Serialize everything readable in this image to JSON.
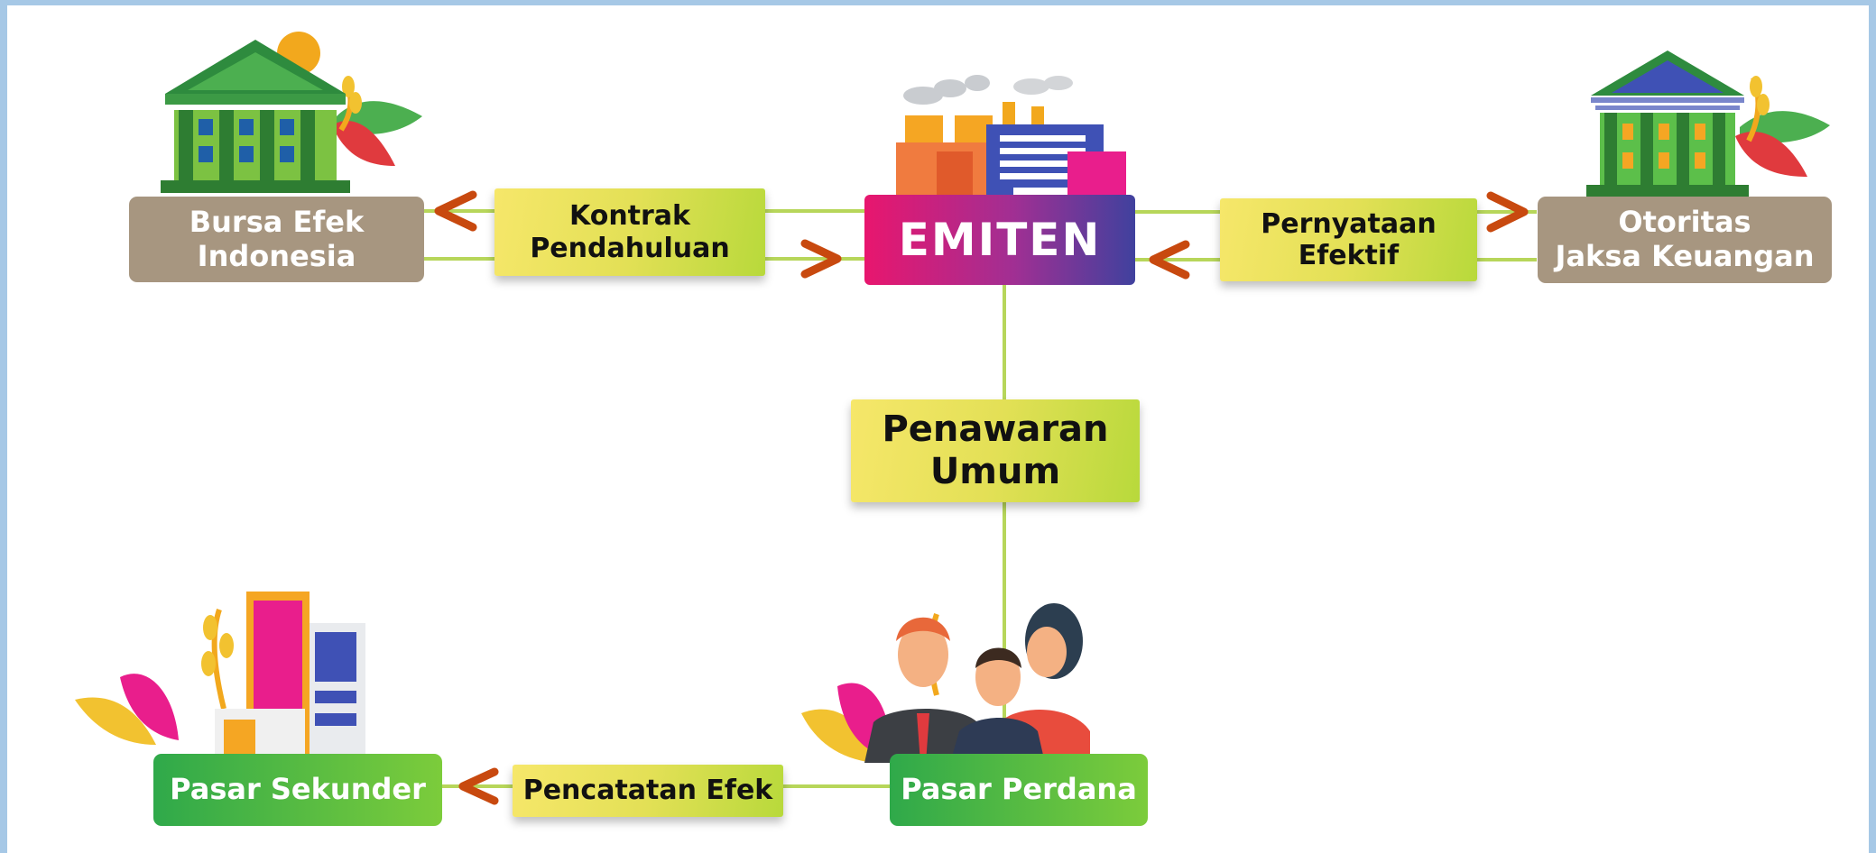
{
  "diagram": {
    "center": {
      "label": "EMITEN"
    },
    "bursa": {
      "label": "Bursa Efek\nIndonesia"
    },
    "otoritas": {
      "label": "Otoritas\nJaksa Keuangan"
    },
    "kontrak": {
      "label": "Kontrak\nPendahuluan"
    },
    "pernyataan": {
      "label": "Pernyataan\nEfektif"
    },
    "penawaran": {
      "label": "Penawaran\nUmum"
    },
    "pasar_perdana": {
      "label": "Pasar Perdana"
    },
    "pasar_sekunder": {
      "label": "Pasar Sekunder"
    },
    "pencatatan": {
      "label": "Pencatatan Efek"
    }
  },
  "colors": {
    "line": "#b7d65a",
    "arrow": "#c8490f",
    "entity_tan": "#a79680",
    "pasar_green": "#4cb847",
    "emiten_start": "#e8166e",
    "emiten_end": "#40419e"
  },
  "icons": [
    "bank-building-icon",
    "factory-icon",
    "government-building-icon",
    "city-buildings-icon",
    "investors-people-icon"
  ]
}
